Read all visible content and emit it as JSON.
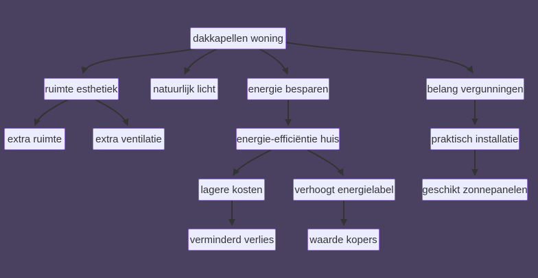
{
  "diagram": {
    "type": "flowchart",
    "direction": "top-down",
    "nodes": {
      "dakkapellen_woning": {
        "label": "dakkapellen woning"
      },
      "ruimte_esthetiek": {
        "label": "ruimte esthetiek"
      },
      "natuurlijk_licht": {
        "label": "natuurlijk licht"
      },
      "energie_besparen": {
        "label": "energie besparen"
      },
      "belang_vergunningen": {
        "label": "belang vergunningen"
      },
      "extra_ruimte": {
        "label": "extra ruimte"
      },
      "extra_ventilatie": {
        "label": "extra ventilatie"
      },
      "energie_efficientie_huis": {
        "label": "energie-efficiëntie huis"
      },
      "praktisch_installatie": {
        "label": "praktisch installatie"
      },
      "lagere_kosten": {
        "label": "lagere kosten"
      },
      "verhoogt_energielabel": {
        "label": "verhoogt energielabel"
      },
      "geschikt_zonnepanelen": {
        "label": "geschikt zonnepanelen"
      },
      "verminderd_verlies": {
        "label": "verminderd verlies"
      },
      "waarde_kopers": {
        "label": "waarde kopers"
      }
    },
    "edges": [
      {
        "from": "dakkapellen woning",
        "to": "ruimte esthetiek"
      },
      {
        "from": "dakkapellen woning",
        "to": "natuurlijk licht"
      },
      {
        "from": "dakkapellen woning",
        "to": "energie besparen"
      },
      {
        "from": "dakkapellen woning",
        "to": "belang vergunningen"
      },
      {
        "from": "ruimte esthetiek",
        "to": "extra ruimte"
      },
      {
        "from": "ruimte esthetiek",
        "to": "extra ventilatie"
      },
      {
        "from": "energie besparen",
        "to": "energie-efficiëntie huis"
      },
      {
        "from": "energie-efficiëntie huis",
        "to": "lagere kosten"
      },
      {
        "from": "energie-efficiëntie huis",
        "to": "verhoogt energielabel"
      },
      {
        "from": "lagere kosten",
        "to": "verminderd verlies"
      },
      {
        "from": "verhoogt energielabel",
        "to": "waarde kopers"
      },
      {
        "from": "belang vergunningen",
        "to": "praktisch installatie"
      },
      {
        "from": "praktisch installatie",
        "to": "geschikt zonnepanelen"
      }
    ]
  },
  "colors": {
    "background": "#4a4161",
    "node_fill": "#ececff",
    "node_border": "#9370db",
    "node_text": "#333333",
    "edge": "#333333"
  }
}
